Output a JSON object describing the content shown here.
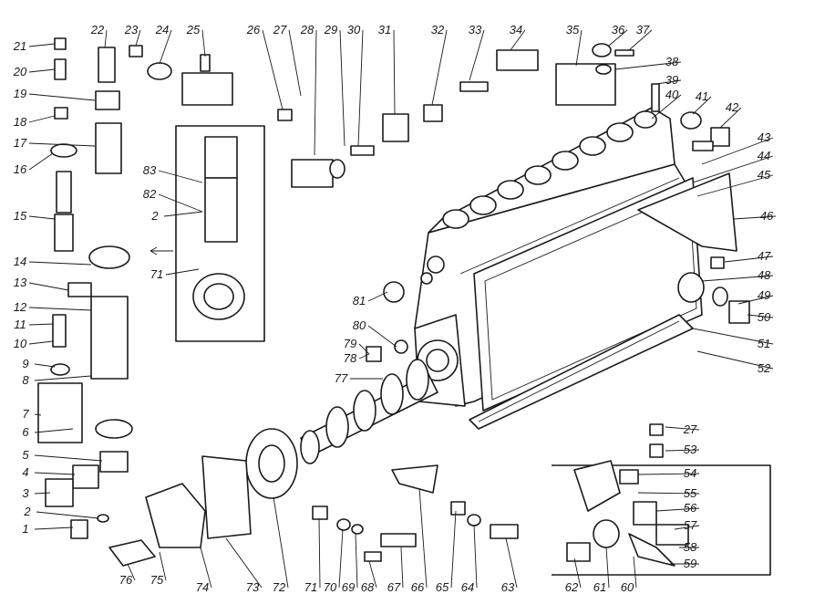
{
  "diagram": {
    "line_color": "#1a1a1a",
    "background": "#ffffff",
    "labels": [
      "1",
      "2",
      "3",
      "4",
      "5",
      "6",
      "7",
      "8",
      "9",
      "10",
      "11",
      "12",
      "13",
      "14",
      "15",
      "16",
      "17",
      "18",
      "19",
      "20",
      "21",
      "22",
      "23",
      "24",
      "25",
      "26",
      "27",
      "28",
      "29",
      "30",
      "31",
      "32",
      "33",
      "34",
      "35",
      "36",
      "37",
      "38",
      "39",
      "40",
      "41",
      "42",
      "43",
      "44",
      "45",
      "46",
      "47",
      "48",
      "49",
      "50",
      "51",
      "52",
      "27",
      "53",
      "54",
      "55",
      "56",
      "57",
      "58",
      "59",
      "60",
      "61",
      "62",
      "63",
      "64",
      "65",
      "66",
      "67",
      "68",
      "69",
      "70",
      "71",
      "72",
      "73",
      "74",
      "75",
      "76",
      "77",
      "78",
      "79",
      "80",
      "81",
      "83",
      "82",
      "2",
      "71"
    ]
  }
}
